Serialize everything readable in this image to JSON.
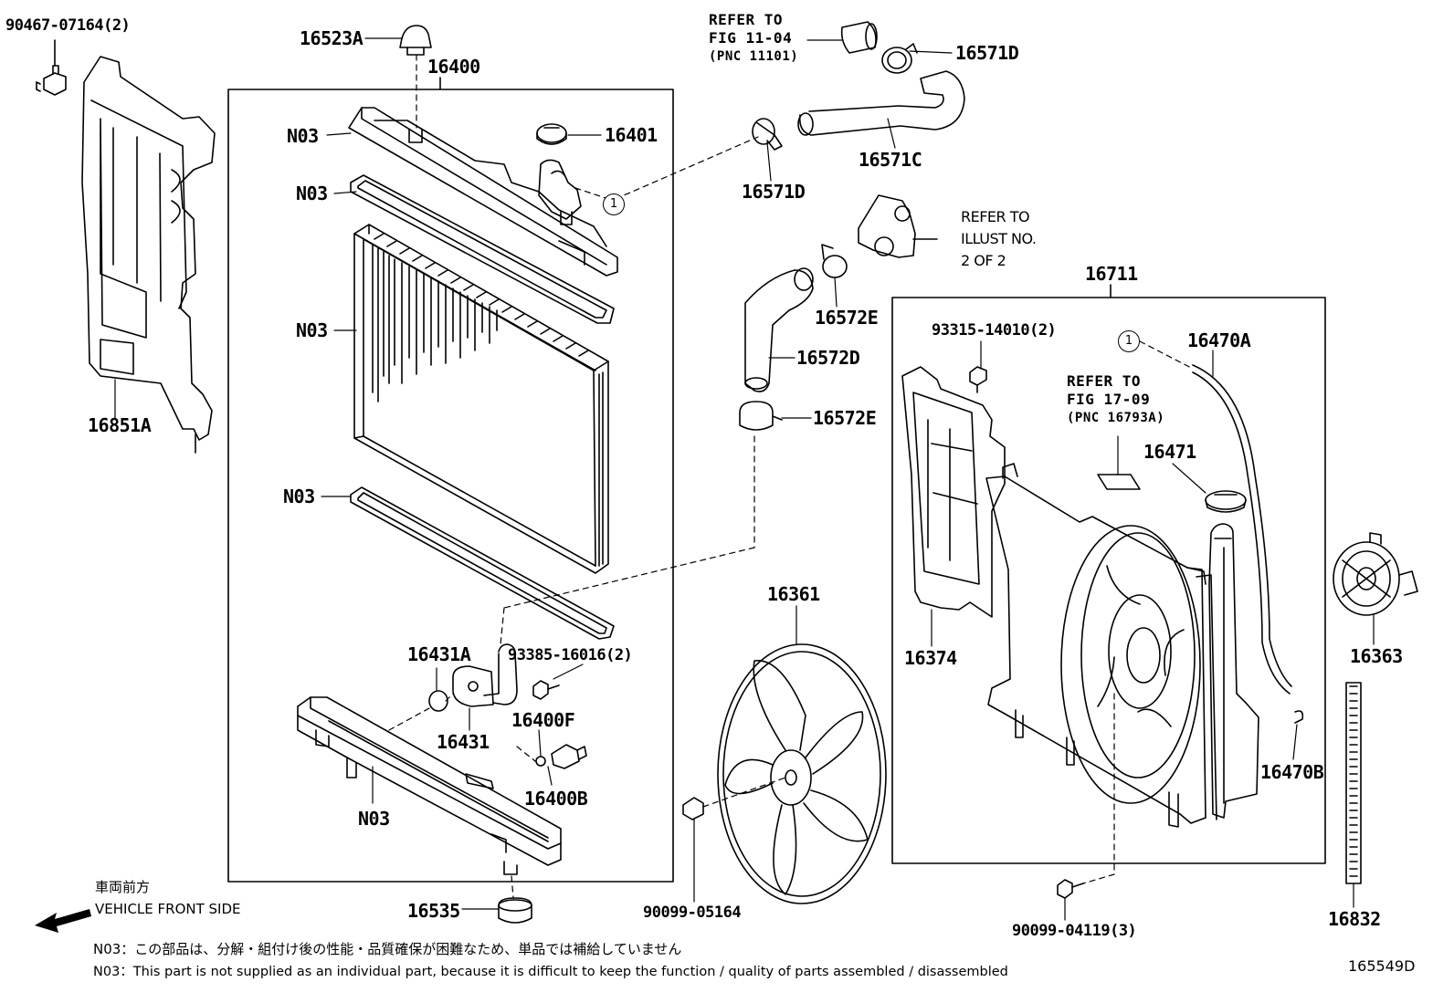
{
  "parts": {
    "p90467": "90467-07164(2)",
    "p16523A": "16523A",
    "p16400": "16400",
    "p16401": "16401",
    "n03_a": "N03",
    "n03_b": "N03",
    "n03_c": "N03",
    "n03_d": "N03",
    "n03_e": "N03",
    "p16851A": "16851A",
    "p16431A": "16431A",
    "p16431": "16431",
    "p93385": "93385-16016(2)",
    "p16400F": "16400F",
    "p16400B": "16400B",
    "p16535": "16535",
    "p16571D_a": "16571D",
    "p16571D_b": "16571D",
    "p16571C": "16571C",
    "p16572E_a": "16572E",
    "p16572E_b": "16572E",
    "p16572D": "16572D",
    "p16361": "16361",
    "p90099_05164": "90099-05164",
    "p16711": "16711",
    "p93315": "93315-14010(2)",
    "p16470A": "16470A",
    "p16471": "16471",
    "p16374": "16374",
    "p16470B": "16470B",
    "p16363": "16363",
    "p16832": "16832",
    "p90099_04119": "90099-04119(3)"
  },
  "refs": {
    "ref1": [
      "REFER TO",
      "FIG 11-04",
      "(PNC 11101)"
    ],
    "ref2": [
      "REFER TO",
      "ILLUST NO.",
      "2 OF 2"
    ],
    "ref3": [
      "REFER TO",
      "FIG 17-09",
      "(PNC 16793A)"
    ]
  },
  "circle_marker": "1",
  "front": {
    "jp": "車両前方",
    "en": "VEHICLE FRONT SIDE"
  },
  "notes": {
    "jp": "N03：この部品は、分解・組付け後の性能・品質確保が困難なため、単品では補給していません",
    "en": "N03：This part is not supplied as an individual part, because it is difficult to keep the function / quality of parts assembled / disassembled"
  },
  "diagram_id": "165549D"
}
